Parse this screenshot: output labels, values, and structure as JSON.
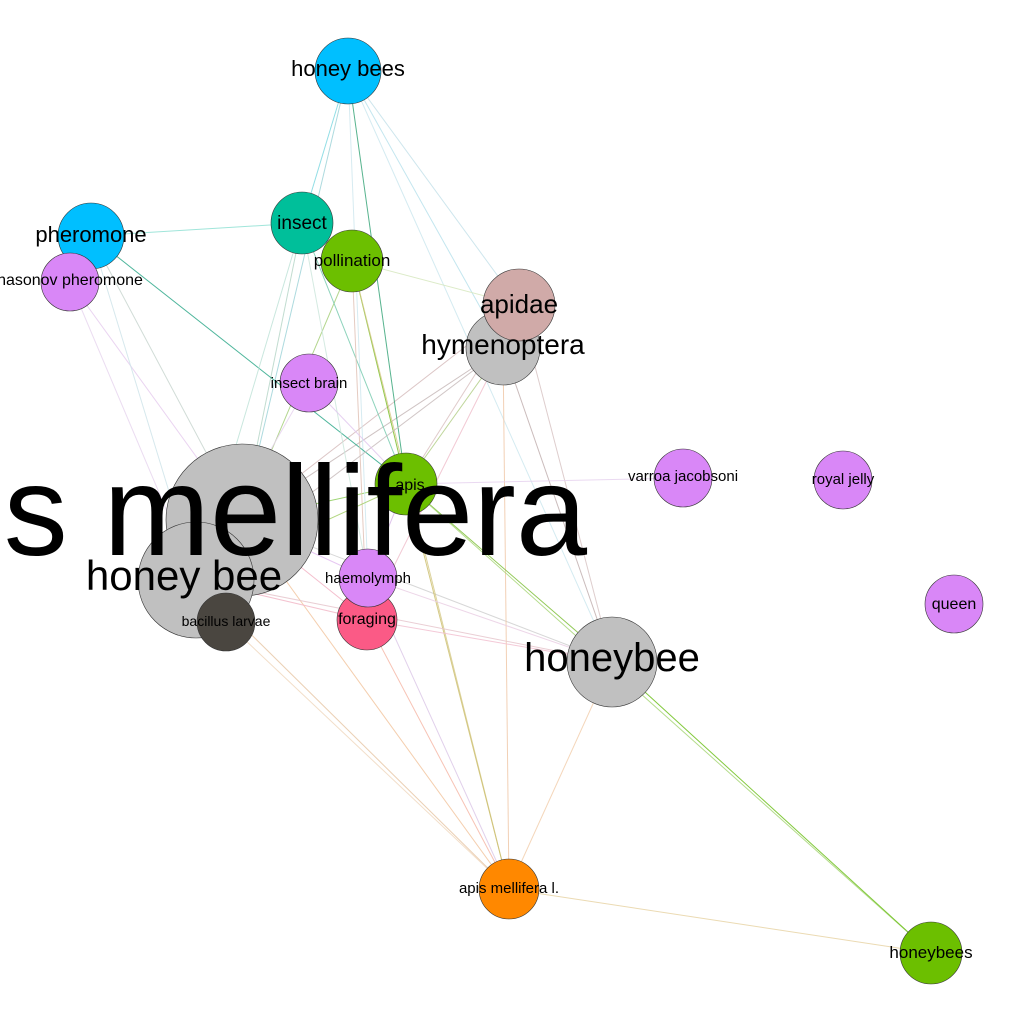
{
  "nodes": [
    {
      "id": "apis-mellifera",
      "label": "apis mellifera",
      "color": "#c0c0c0"
    },
    {
      "id": "honey-bee",
      "label": "honey bee",
      "color": "#c0c0c0"
    },
    {
      "id": "honeybee",
      "label": "honeybee",
      "color": "#c0c0c0"
    },
    {
      "id": "hymenoptera",
      "label": "hymenoptera",
      "color": "#c0c0c0"
    },
    {
      "id": "apidae",
      "label": "apidae",
      "color": "#d0aaa8"
    },
    {
      "id": "honey-bees",
      "label": "honey bees",
      "color": "#00bfff"
    },
    {
      "id": "pheromone",
      "label": "pheromone",
      "color": "#00bfff"
    },
    {
      "id": "insect",
      "label": "insect",
      "color": "#00bf9a"
    },
    {
      "id": "pollination",
      "label": "pollination",
      "color": "#6cbf00"
    },
    {
      "id": "apis",
      "label": "apis",
      "color": "#6cbf00"
    },
    {
      "id": "honeybees",
      "label": "honeybees",
      "color": "#6cbf00"
    },
    {
      "id": "nasonov-pheromone",
      "label": "nasonov pheromone",
      "color": "#d987f7"
    },
    {
      "id": "insect-brain",
      "label": "insect brain",
      "color": "#d987f7"
    },
    {
      "id": "haemolymph",
      "label": "haemolymph",
      "color": "#d987f7"
    },
    {
      "id": "varroa-jacobsoni",
      "label": "varroa jacobsoni",
      "color": "#d987f7"
    },
    {
      "id": "royal-jelly",
      "label": "royal jelly",
      "color": "#d987f7"
    },
    {
      "id": "queen",
      "label": "queen",
      "color": "#d987f7"
    },
    {
      "id": "foraging",
      "label": "foraging",
      "color": "#fb5a86"
    },
    {
      "id": "bacillus-larvae",
      "label": "bacillus larvae",
      "color": "#4a4640"
    },
    {
      "id": "apis-mellifera-l",
      "label": "apis mellifera l.",
      "color": "#ff8800"
    }
  ],
  "edges": [
    {
      "source": "apis-mellifera",
      "target": "honey-bees",
      "color": "#9fd3d8"
    },
    {
      "source": "apis-mellifera",
      "target": "pheromone",
      "color": "#c9d6d0"
    },
    {
      "source": "apis-mellifera",
      "target": "insect",
      "color": "#b6d6c8"
    },
    {
      "source": "apis-mellifera",
      "target": "pollination",
      "color": "#a6cf7a"
    },
    {
      "source": "apis-mellifera",
      "target": "hymenoptera",
      "color": "#c7b8b8"
    },
    {
      "source": "apis-mellifera",
      "target": "apidae",
      "color": "#d6bcbc"
    },
    {
      "source": "apis-mellifera",
      "target": "apis",
      "color": "#8ccc5a"
    },
    {
      "source": "apis-mellifera",
      "target": "haemolymph",
      "color": "#e2bdf0"
    },
    {
      "source": "apis-mellifera",
      "target": "foraging",
      "color": "#f2b3c4"
    },
    {
      "source": "apis-mellifera",
      "target": "honeybee",
      "color": "#d0d0d0"
    },
    {
      "source": "apis-mellifera",
      "target": "apis-mellifera-l",
      "color": "#f2c6a0"
    },
    {
      "source": "apis-mellifera",
      "target": "nasonov-pheromone",
      "color": "#e6cdee"
    },
    {
      "source": "honey-bees",
      "target": "apis",
      "color": "#3aa67a"
    },
    {
      "source": "honey-bees",
      "target": "insect",
      "color": "#7fd8e0"
    },
    {
      "source": "honey-bees",
      "target": "hymenoptera",
      "color": "#b8e2ec"
    },
    {
      "source": "honey-bees",
      "target": "apidae",
      "color": "#c6e2ea"
    },
    {
      "source": "honey-bees",
      "target": "honeybee",
      "color": "#cde8ef"
    },
    {
      "source": "honey-bees",
      "target": "haemolymph",
      "color": "#cfe8ef"
    },
    {
      "source": "pheromone",
      "target": "insect",
      "color": "#8fe0d4"
    },
    {
      "source": "pheromone",
      "target": "apis",
      "color": "#2ea88a"
    },
    {
      "source": "pheromone",
      "target": "honey-bee",
      "color": "#cfe4ea"
    },
    {
      "source": "insect",
      "target": "apis",
      "color": "#7acbb0"
    },
    {
      "source": "insect",
      "target": "honey-bee",
      "color": "#bfe3d8"
    },
    {
      "source": "insect",
      "target": "haemolymph",
      "color": "#cde6dc"
    },
    {
      "source": "pollination",
      "target": "apis",
      "color": "#7bbf2a"
    },
    {
      "source": "pollination",
      "target": "apidae",
      "color": "#d6e8be"
    },
    {
      "source": "pollination",
      "target": "apis-mellifera-l",
      "color": "#d6c98a"
    },
    {
      "source": "pollination",
      "target": "foraging",
      "color": "#e0c2b6"
    },
    {
      "source": "hymenoptera",
      "target": "apis",
      "color": "#b4cf8a"
    },
    {
      "source": "hymenoptera",
      "target": "honeybee",
      "color": "#c2b0b0"
    },
    {
      "source": "hymenoptera",
      "target": "honey-bee",
      "color": "#c8bcbc"
    },
    {
      "source": "hymenoptera",
      "target": "apis-mellifera-l",
      "color": "#f0c8a8"
    },
    {
      "source": "hymenoptera",
      "target": "foraging",
      "color": "#f0c0cc"
    },
    {
      "source": "apidae",
      "target": "honeybee",
      "color": "#d8c4c4"
    },
    {
      "source": "apidae",
      "target": "apis",
      "color": "#dac2c2"
    },
    {
      "source": "apis",
      "target": "honeybee",
      "color": "#7fbf3a"
    },
    {
      "source": "apis",
      "target": "honey-bee",
      "color": "#a4cf6a"
    },
    {
      "source": "apis",
      "target": "haemolymph",
      "color": "#d8b8e8"
    },
    {
      "source": "apis",
      "target": "apis-mellifera-l",
      "color": "#cdbf70"
    },
    {
      "source": "apis",
      "target": "varroa-jacobsoni",
      "color": "#e6d2ee"
    },
    {
      "source": "apis",
      "target": "honeybees",
      "color": "#a8d678"
    },
    {
      "source": "honeybee",
      "target": "honeybees",
      "color": "#6cbf1a"
    },
    {
      "source": "honeybee",
      "target": "apis-mellifera-l",
      "color": "#f2cfae"
    },
    {
      "source": "honeybee",
      "target": "honey-bee",
      "color": "#e6c6cc"
    },
    {
      "source": "honeybee",
      "target": "haemolymph",
      "color": "#eacfe4"
    },
    {
      "source": "honey-bee",
      "target": "foraging",
      "color": "#f2b8c8"
    },
    {
      "source": "honey-bee",
      "target": "apis-mellifera-l",
      "color": "#e8c8a8"
    },
    {
      "source": "honey-bee",
      "target": "bacillus-larvae",
      "color": "#b0aaa0"
    },
    {
      "source": "bacillus-larvae",
      "target": "apis-mellifera-l",
      "color": "#f0d8c0"
    },
    {
      "source": "foraging",
      "target": "apis-mellifera-l",
      "color": "#f6b8a8"
    },
    {
      "source": "foraging",
      "target": "honeybee",
      "color": "#f2c0d0"
    },
    {
      "source": "haemolymph",
      "target": "apis-mellifera-l",
      "color": "#dcc8e8"
    },
    {
      "source": "insect-brain",
      "target": "apis",
      "color": "#e2c8ee"
    },
    {
      "source": "insect-brain",
      "target": "honey-bee",
      "color": "#e6d2ee"
    },
    {
      "source": "apis-mellifera-l",
      "target": "honeybees",
      "color": "#e8d4a4"
    },
    {
      "source": "nasonov-pheromone",
      "target": "honey-bee",
      "color": "#e8d6ee"
    }
  ]
}
